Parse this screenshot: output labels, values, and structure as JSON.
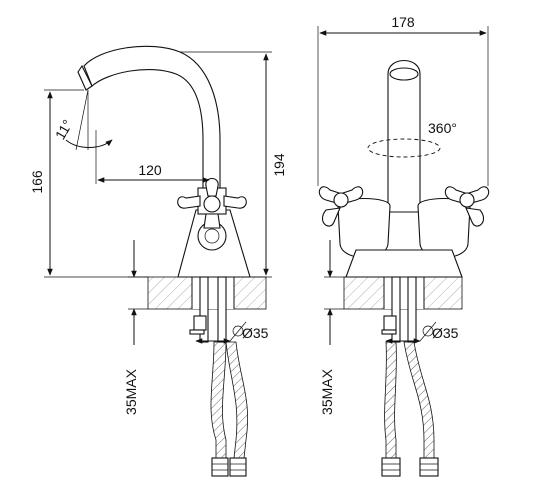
{
  "dimensions": {
    "side_height_total": "194",
    "side_height_spout": "166",
    "spout_reach": "120",
    "spout_angle": "11°",
    "hole_diameter_left": "Ø35",
    "max_thickness_left": "35MAX",
    "front_width": "178",
    "rotation": "360°",
    "hole_diameter_right": "Ø35",
    "max_thickness_right": "35MAX"
  }
}
